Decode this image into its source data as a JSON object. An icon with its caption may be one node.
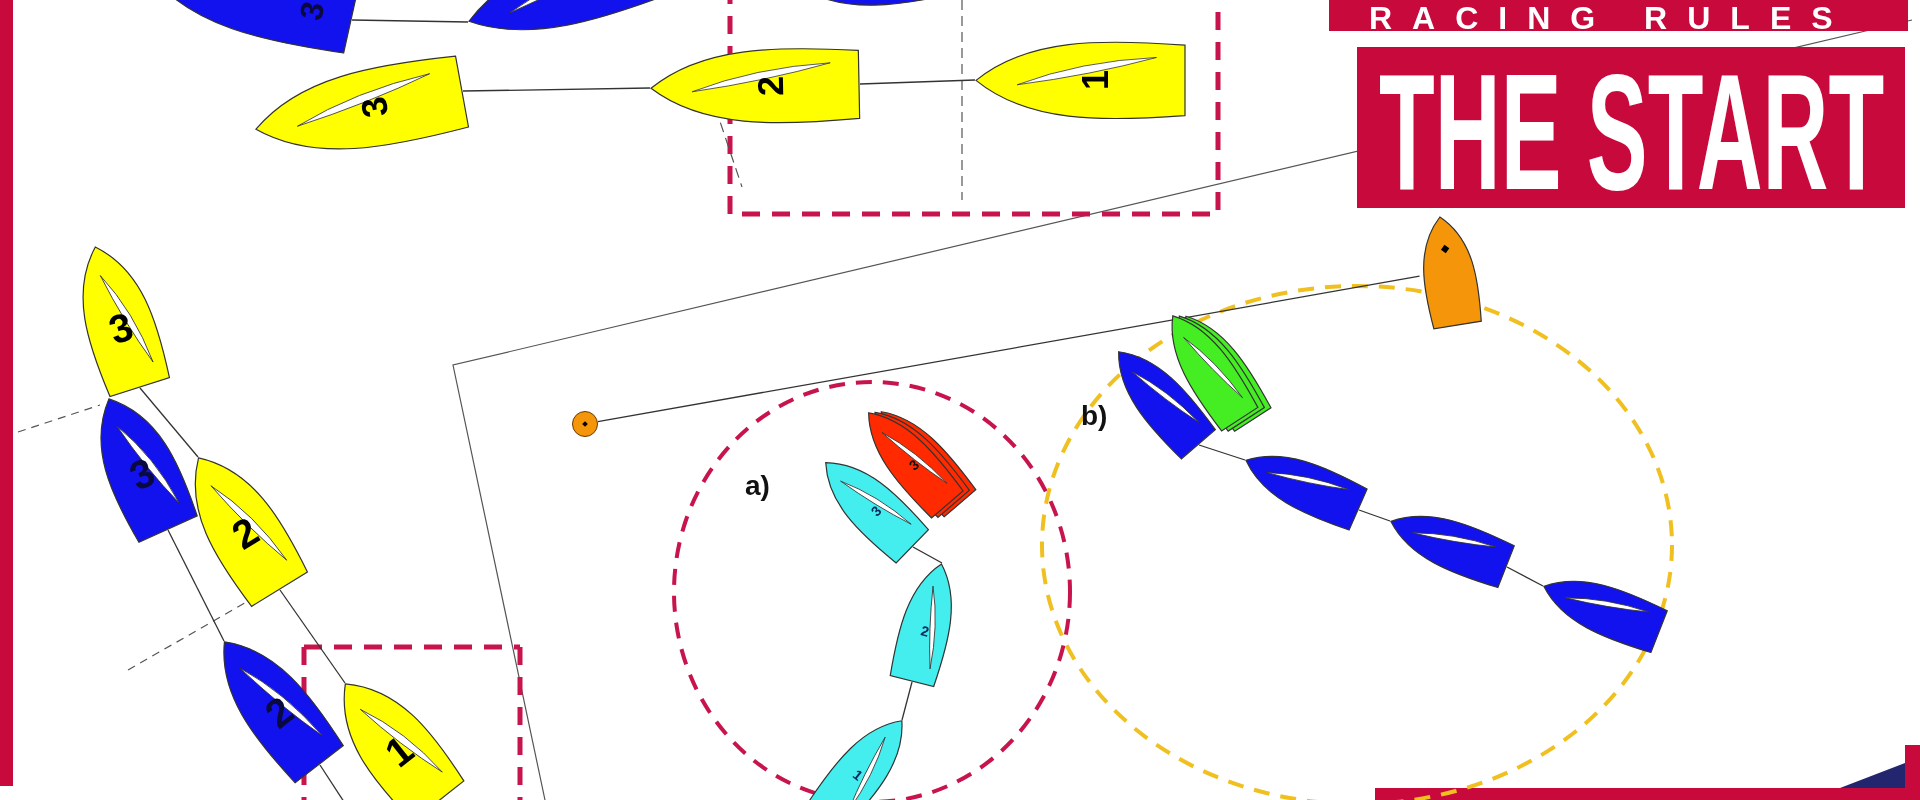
{
  "diagram": {
    "title": "THE START",
    "nodes": [
      {
        "text": [
          "3"
        ]
      },
      {
        "text": [],
        "shape": "boat"
      },
      {
        "text": [],
        "shape": "boat"
      },
      {
        "text": [
          "3"
        ]
      },
      {
        "text": [
          "2"
        ]
      },
      {
        "text": [
          "1"
        ]
      },
      {
        "text": [
          "3"
        ]
      },
      {
        "text": [
          "3"
        ]
      },
      {
        "text": [
          "2"
        ]
      },
      {
        "text": [
          "2"
        ]
      },
      {
        "text": [
          "1"
        ]
      },
      {
        "text": [],
        "shape": "circle"
      },
      {
        "text": [],
        "shape": "boat"
      },
      {
        "text": [
          "3"
        ]
      },
      {
        "text": [
          "3"
        ]
      },
      {
        "text": [
          "2"
        ]
      },
      {
        "text": [
          "1"
        ]
      },
      {
        "text": [],
        "shape": "boat"
      },
      {
        "text": [],
        "shape": "boat"
      },
      {
        "text": [],
        "shape": "boat"
      },
      {
        "text": [],
        "shape": "boat"
      },
      {
        "text": [],
        "shape": "boat"
      }
    ],
    "edges": [
      {
        "from": 0,
        "to": 1,
        "arrow": "none"
      },
      {
        "from": 3,
        "to": 4,
        "arrow": "none"
      },
      {
        "from": 4,
        "to": 5,
        "arrow": "none"
      },
      {
        "from": 6,
        "to": 8,
        "arrow": "none"
      },
      {
        "from": 8,
        "to": 10,
        "arrow": "none"
      },
      {
        "from": 7,
        "to": 9,
        "arrow": "none"
      },
      {
        "from": 9,
        "to": null,
        "arrow": "none"
      },
      {
        "from": 11,
        "to": 12,
        "arrow": "none"
      },
      {
        "from": 14,
        "to": 15,
        "arrow": "none"
      },
      {
        "from": 15,
        "to": 16,
        "arrow": "none"
      },
      {
        "from": 17,
        "to": 19,
        "arrow": "none"
      },
      {
        "from": 19,
        "to": 20,
        "arrow": "none"
      },
      {
        "from": 20,
        "to": 21,
        "arrow": "none"
      }
    ],
    "labels": [
      "RACING RULES",
      "a)",
      "b)"
    ]
  }
}
